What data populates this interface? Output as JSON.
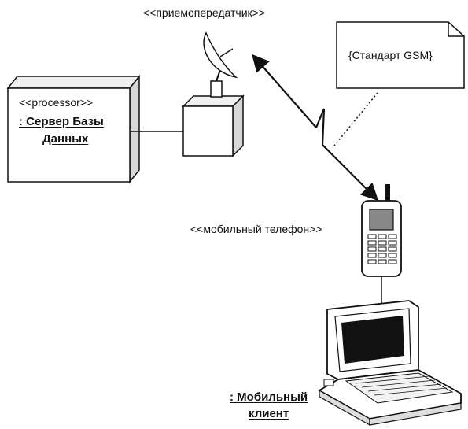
{
  "labels": {
    "transceiver_stereotype": "<<приемопередатчик>>",
    "note_text": "{Стандарт GSM}",
    "server_stereotype": "<<processor>>",
    "server_name_line1": ": Сервер Базы",
    "server_name_line2": "Данных",
    "phone_stereotype": "<<мобильный телефон>>",
    "client_name_line1": ": Мобильный",
    "client_name_line2": "клиент"
  },
  "colors": {
    "stroke": "#111111",
    "fill": "#ffffff",
    "screen": "#222222",
    "phone_screen": "#888888"
  }
}
